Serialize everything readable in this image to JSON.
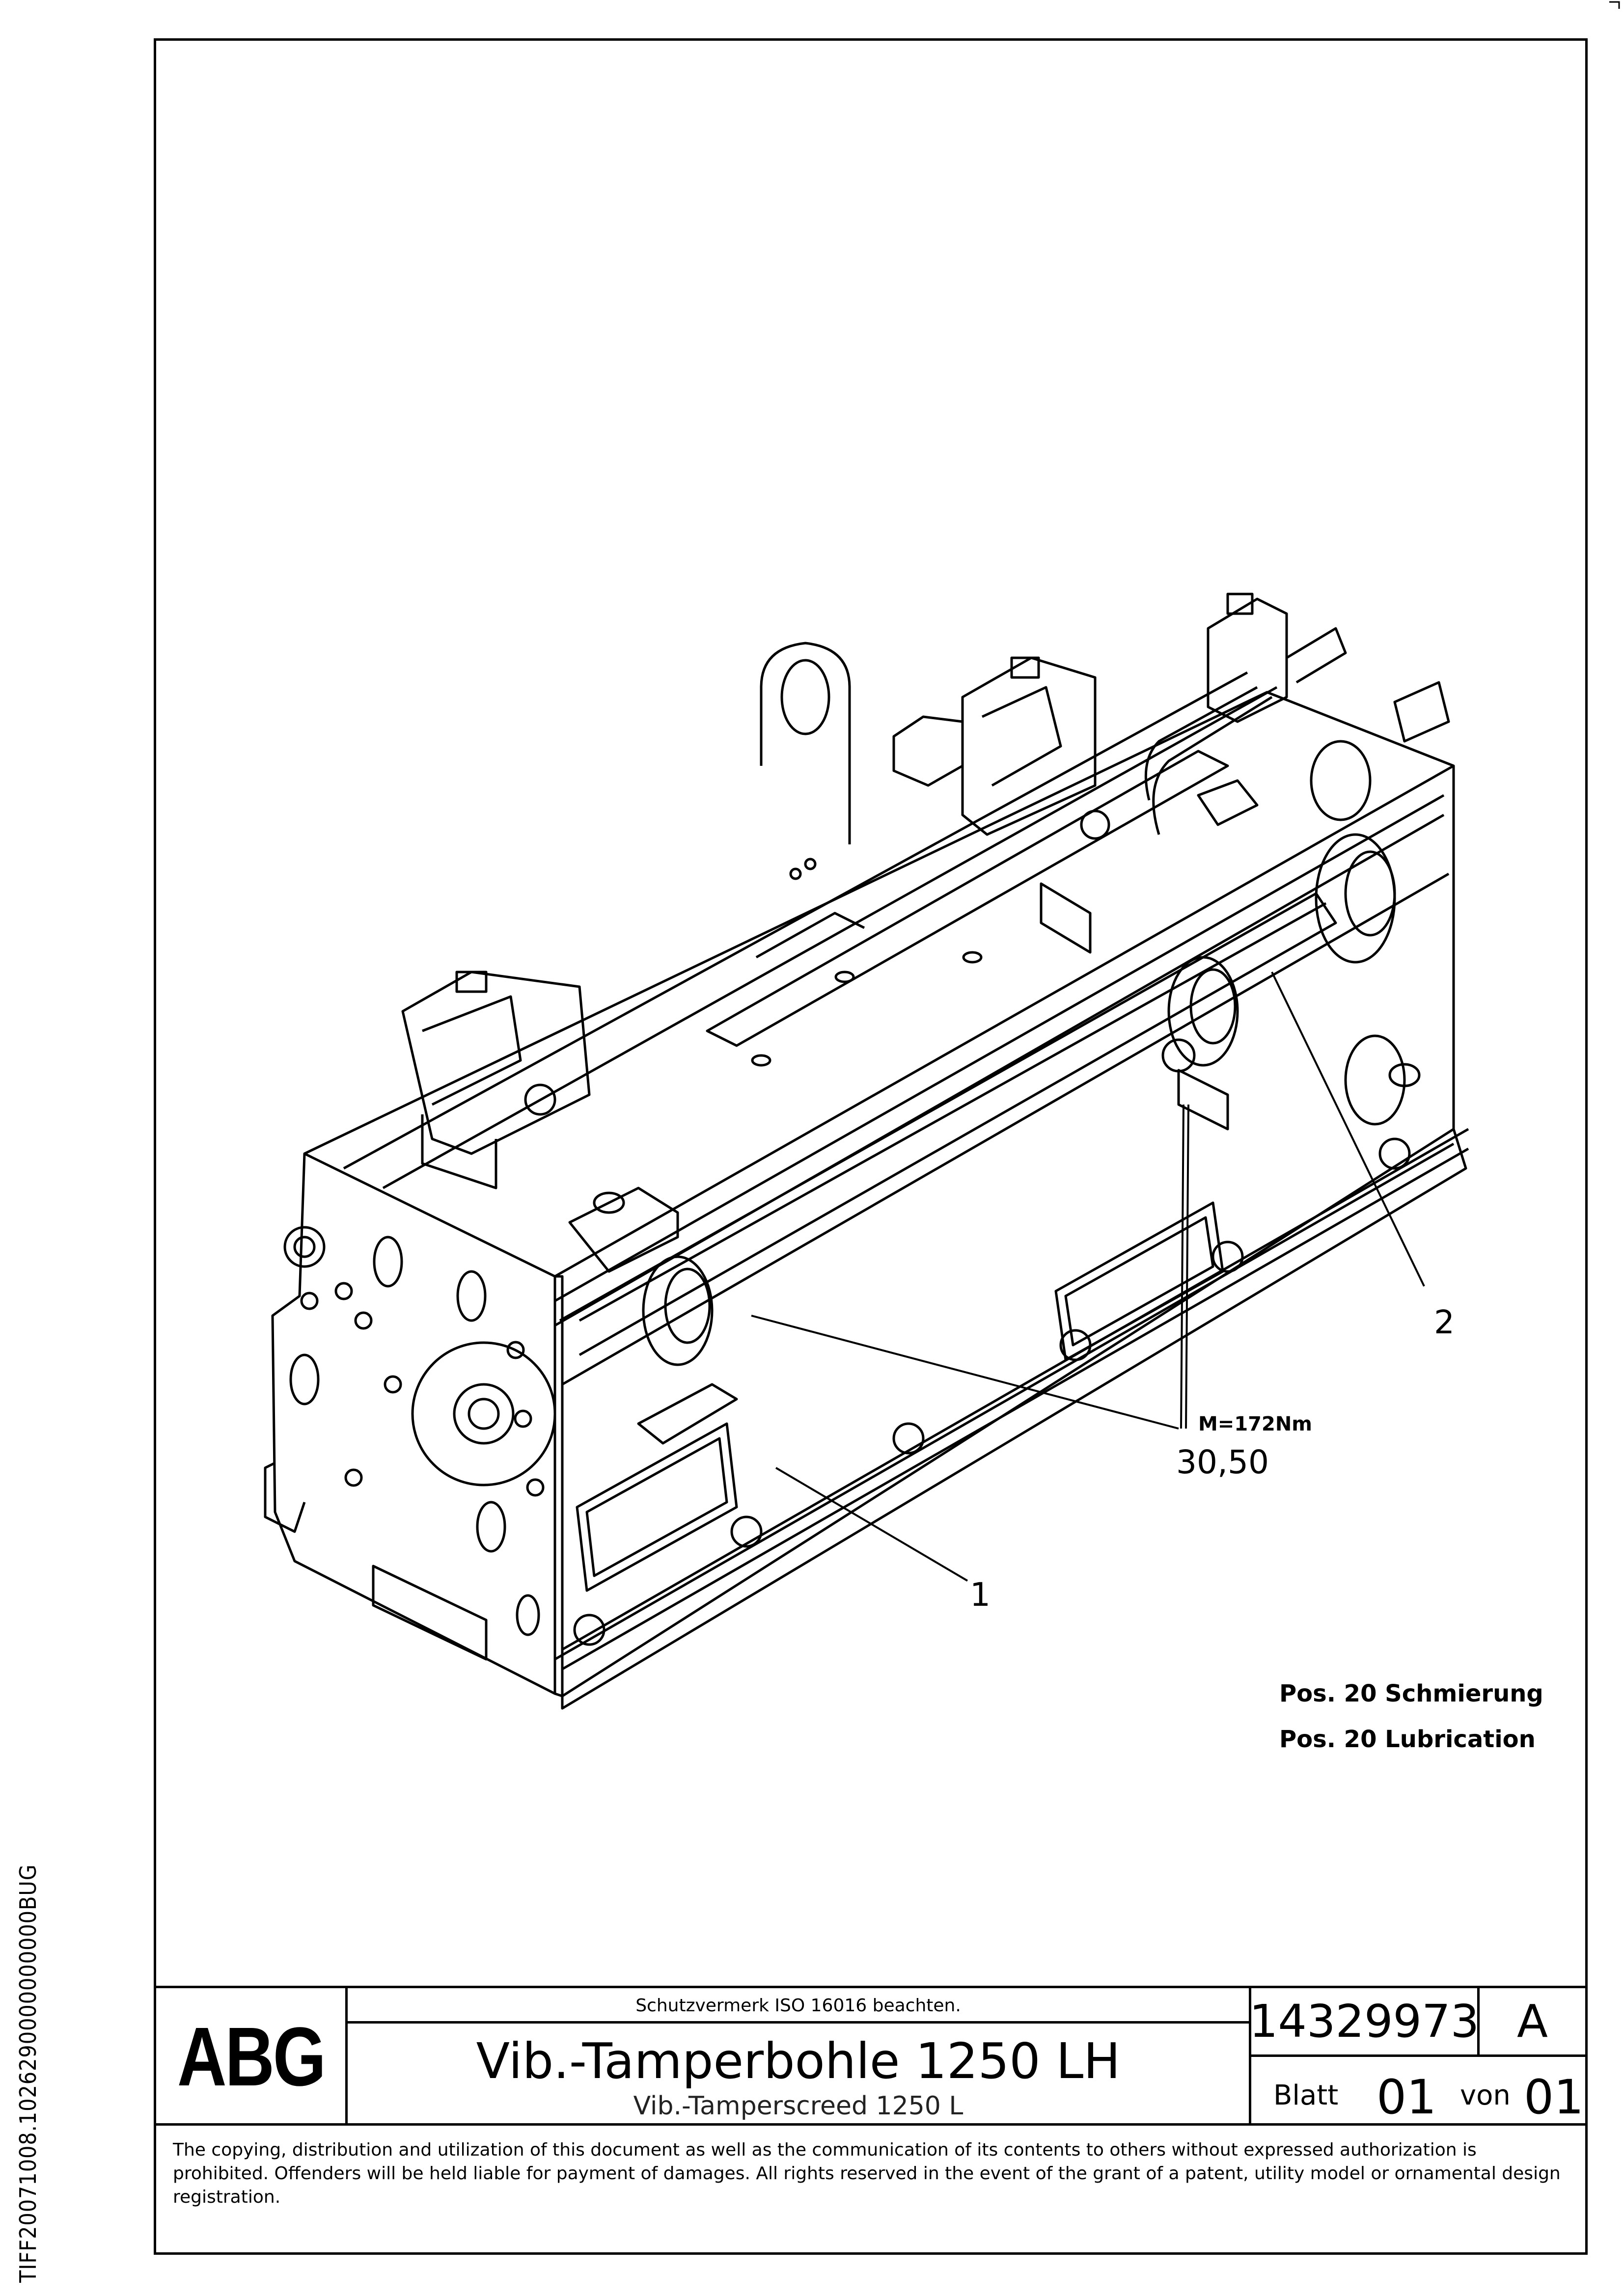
{
  "document": {
    "side_code": "TIFF20071008.1026290000000000BUG"
  },
  "drawing": {
    "callouts": {
      "item1": "1",
      "item2": "2",
      "torque": "M=172Nm",
      "ref": "30,50"
    },
    "notes": {
      "german": "Pos. 20 Schmierung",
      "english": "Pos. 20 Lubrication"
    }
  },
  "title_block": {
    "logo": "ABG",
    "protection_note": "Schutzvermerk ISO 16016 beachten.",
    "title": "Vib.-Tamperbohle 1250 LH",
    "subtitle": "Vib.-Tamperscreed 1250 L",
    "drawing_number": "14329973",
    "revision": "A",
    "sheet_label": "Blatt",
    "sheet_number": "01",
    "of_label": "von",
    "sheet_total": "01"
  },
  "footer": {
    "copyright": "The copying, distribution and utilization of this document as well as the communication of its contents to others without expressed authorization is prohibited. Offenders will be held liable for payment of damages. All rights reserved in the event of the grant of a patent, utility model or ornamental design registration."
  }
}
